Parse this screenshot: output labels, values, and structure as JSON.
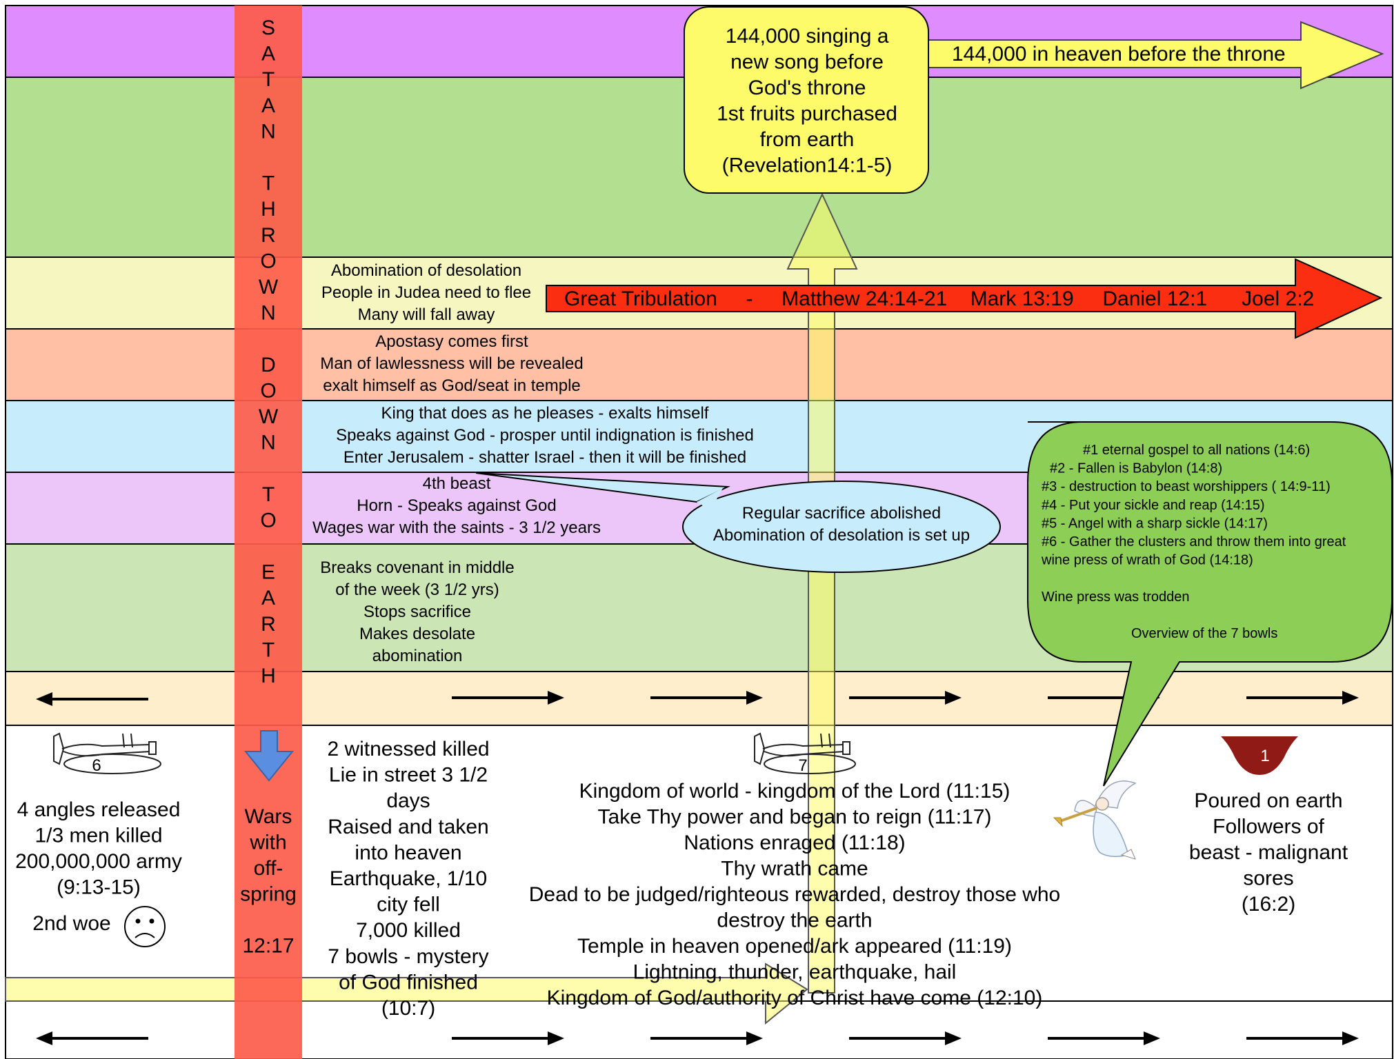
{
  "colors": {
    "purple_band": "#df8cff",
    "green_band": "#b2df90",
    "pale_yellow_band": "#f6f7c0",
    "salmon_band": "#ffc0a6",
    "light_blue_band": "#c7ecfc",
    "lilac_band": "#ecc6f9",
    "light_green_band": "#cce5b5",
    "cream_band": "#feeecb",
    "satan_column": "#fd5c4a",
    "great_tribulation_arrow": "#fb2e12",
    "yellow_callout": "#fdfb6a",
    "speech_bubble_blue": "#c7ecfc",
    "speech_bubble_green": "#8dcf56",
    "bowl": "#8f1a16",
    "down_arrow": "#5a8ee0"
  },
  "satan_column": {
    "vertical_text": [
      "S",
      "A",
      "T",
      "A",
      "N",
      "",
      "T",
      "H",
      "R",
      "O",
      "W",
      "N",
      "",
      "D",
      "O",
      "W",
      "N",
      "",
      "T",
      "O",
      "",
      "E",
      "A",
      "R",
      "T",
      "H"
    ],
    "wars_lines": [
      "Wars",
      "with",
      "off-",
      "spring",
      "",
      "12:17"
    ]
  },
  "callout_144000": {
    "lines": [
      "144,000 singing a",
      "new song before",
      "God's throne",
      "1st fruits purchased",
      "from earth",
      "(Revelation14:1-5)"
    ]
  },
  "arrow_heaven": {
    "label": "144,000 in heaven before the throne"
  },
  "great_tribulation": {
    "label": "Great Tribulation     -     Matthew 24:14-21    Mark 13:19     Daniel 12:1      Joel 2:2"
  },
  "rows": {
    "abomination": [
      "Abomination of desolation",
      "People in Judea need to flee",
      "Many will fall away"
    ],
    "apostasy": [
      "Apostasy comes first",
      "Man of lawlessness will be revealed",
      "exalt himself as God/seat in temple"
    ],
    "king": [
      "King that does as he pleases - exalts himself",
      "Speaks against God - prosper until indignation is finished",
      "Enter Jerusalem - shatter Israel - then it will be finished"
    ],
    "beast": [
      "4th beast",
      "Horn - Speaks against God",
      "Wages war with the saints - 3 1/2 years"
    ],
    "covenant": [
      "Breaks covenant in middle",
      "of the week (3 1/2 yrs)",
      "Stops sacrifice",
      "Makes desolate",
      "abomination"
    ]
  },
  "blue_bubble": {
    "lines": [
      "Regular sacrifice abolished",
      "Abomination of desolation is set up"
    ]
  },
  "green_bubble": {
    "lines": [
      "#1 eternal gospel to all nations (14:6)",
      "#2 - Fallen is Babylon (14:8)",
      "#3 - destruction to beast worshippers ( 14:9-11)",
      "#4 - Put your sickle and reap (14:15)",
      "#5 - Angel with a sharp sickle (14:17)",
      "#6 - Gather the clusters and throw them into great",
      "wine press of wrath of God (14:18)",
      "",
      "Wine press was trodden",
      "",
      "Overview of the 7 bowls"
    ]
  },
  "trumpet6": {
    "number": "6",
    "lines": [
      "4 angles released",
      "1/3 men killed",
      "200,000,000 army",
      "(9:13-15)"
    ],
    "woe": "2nd woe"
  },
  "witnesses": {
    "lines": [
      "2 witnessed killed",
      "Lie in street 3 1/2",
      "days",
      "Raised and taken",
      "into heaven",
      "Earthquake, 1/10",
      "city fell",
      "7,000 killed",
      "7 bowls - mystery",
      "of God finished",
      "(10:7)"
    ]
  },
  "trumpet7": {
    "number": "7",
    "lines": [
      "Kingdom of world - kingdom of the Lord (11:15)",
      "Take Thy power and began to reign (11:17)",
      "Nations enraged (11:18)",
      "Thy wrath came",
      "Dead to be judged/righteous rewarded, destroy those who",
      "destroy the earth",
      "Temple in heaven opened/ark appeared (11:19)",
      "Lightning, thunder, earthquake, hail",
      "Kingdom of God/authority of Christ have come (12:10)"
    ]
  },
  "bowl1": {
    "number": "1",
    "lines": [
      "Poured on earth",
      "Followers of",
      "beast - malignant",
      "sores",
      "(16:2)"
    ]
  }
}
